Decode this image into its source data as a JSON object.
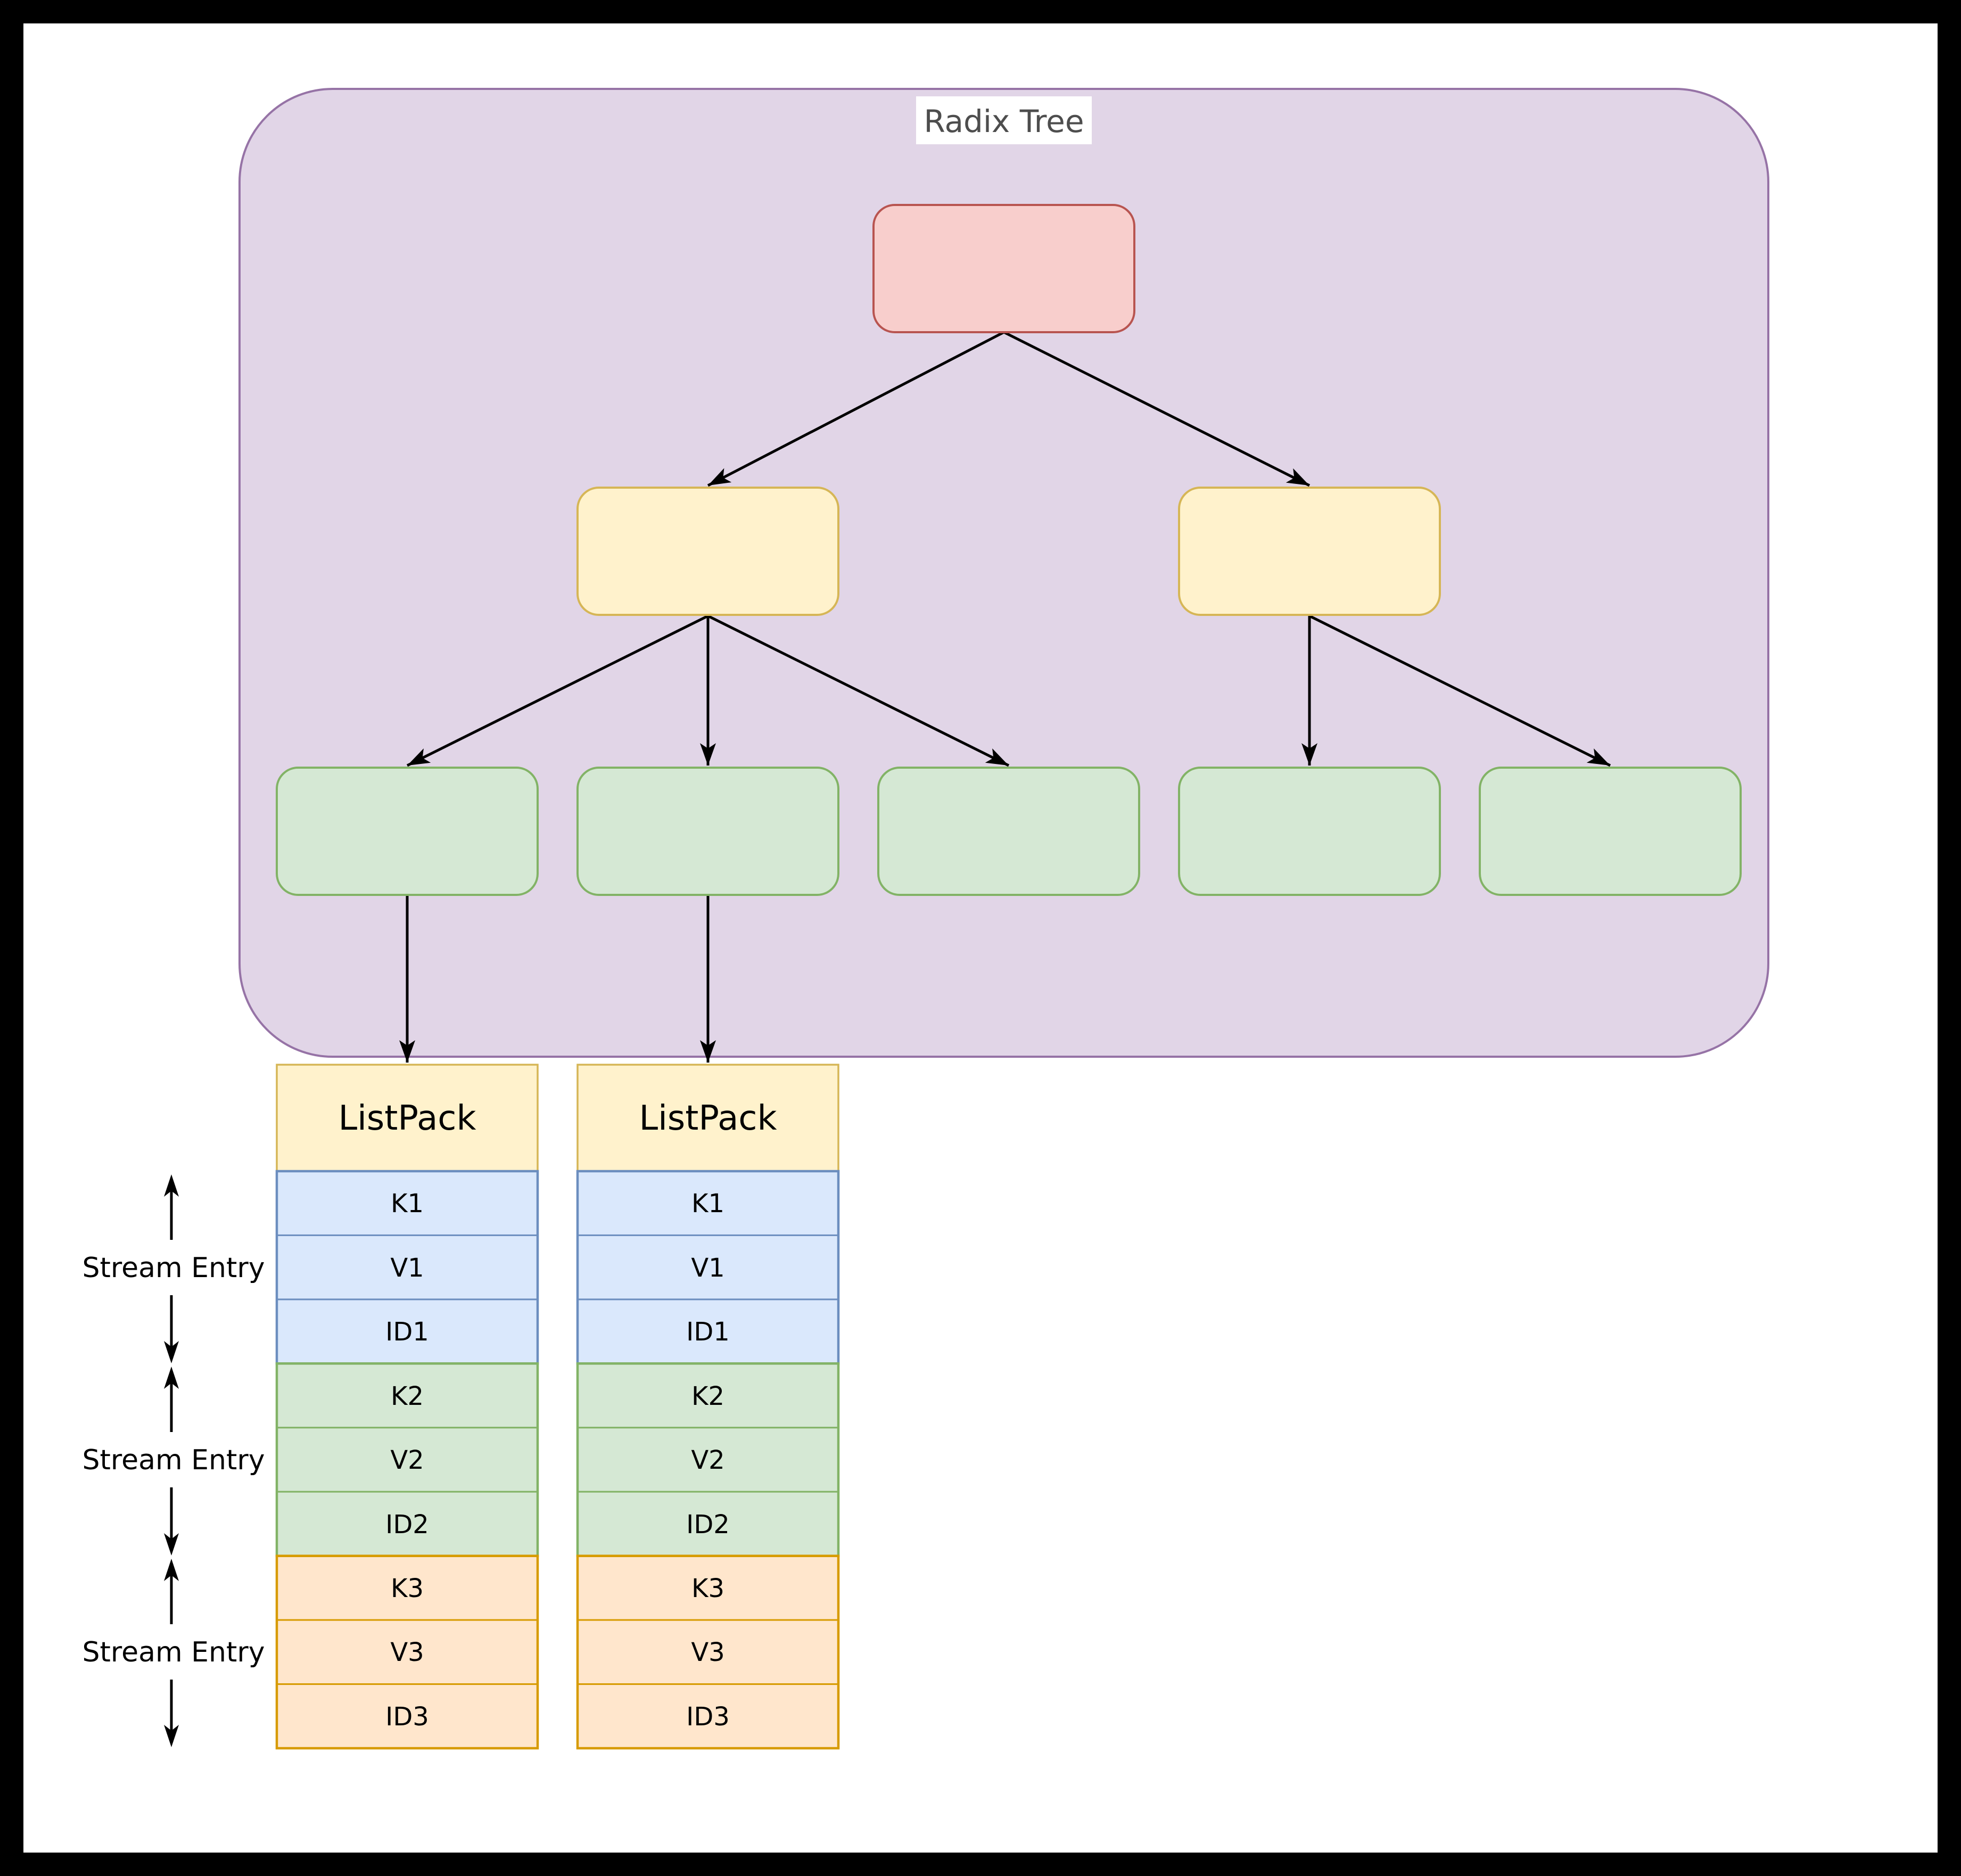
{
  "title": "Radix Tree",
  "colors": {
    "frame": "#000000",
    "page_bg": "#FFFFFF",
    "arrow": "#000000",
    "title_color": "#4D4D4D",
    "container_fill": "#E1D5E7",
    "container_stroke": "#9673A6",
    "root_fill": "#F8CECC",
    "root_stroke": "#B85450",
    "internal_fill": "#FFF2CC",
    "internal_stroke": "#D6B656",
    "leaf_fill": "#D5E8D4",
    "leaf_stroke": "#82B366",
    "header_fill": "#FFF2CC",
    "header_stroke": "#D6B656",
    "entry1_fill": "#DAE8FC",
    "entry1_stroke": "#6C8EBF",
    "entry2_fill": "#D5E8D4",
    "entry2_stroke": "#82B366",
    "entry3_fill": "#FFE6CC",
    "entry3_stroke": "#D79B00"
  },
  "tree": {
    "container_label": "Radix Tree",
    "nodes": [
      {
        "id": "root",
        "level": "root",
        "color": "red"
      },
      {
        "id": "internal-left",
        "level": "internal",
        "color": "yellow"
      },
      {
        "id": "internal-right",
        "level": "internal",
        "color": "yellow"
      },
      {
        "id": "leaf-1",
        "level": "leaf",
        "color": "green"
      },
      {
        "id": "leaf-2",
        "level": "leaf",
        "color": "green"
      },
      {
        "id": "leaf-3",
        "level": "leaf",
        "color": "green"
      },
      {
        "id": "leaf-4",
        "level": "leaf",
        "color": "green"
      },
      {
        "id": "leaf-5",
        "level": "leaf",
        "color": "green"
      }
    ]
  },
  "listpacks": [
    {
      "title": "ListPack",
      "rows": [
        "K1",
        "V1",
        "ID1",
        "K2",
        "V2",
        "ID2",
        "K3",
        "V3",
        "ID3"
      ]
    },
    {
      "title": "ListPack",
      "rows": [
        "K1",
        "V1",
        "ID1",
        "K2",
        "V2",
        "ID2",
        "K3",
        "V3",
        "ID3"
      ]
    }
  ],
  "annotations": [
    {
      "label": "Stream Entry"
    },
    {
      "label": "Stream Entry"
    },
    {
      "label": "Stream Entry"
    }
  ]
}
